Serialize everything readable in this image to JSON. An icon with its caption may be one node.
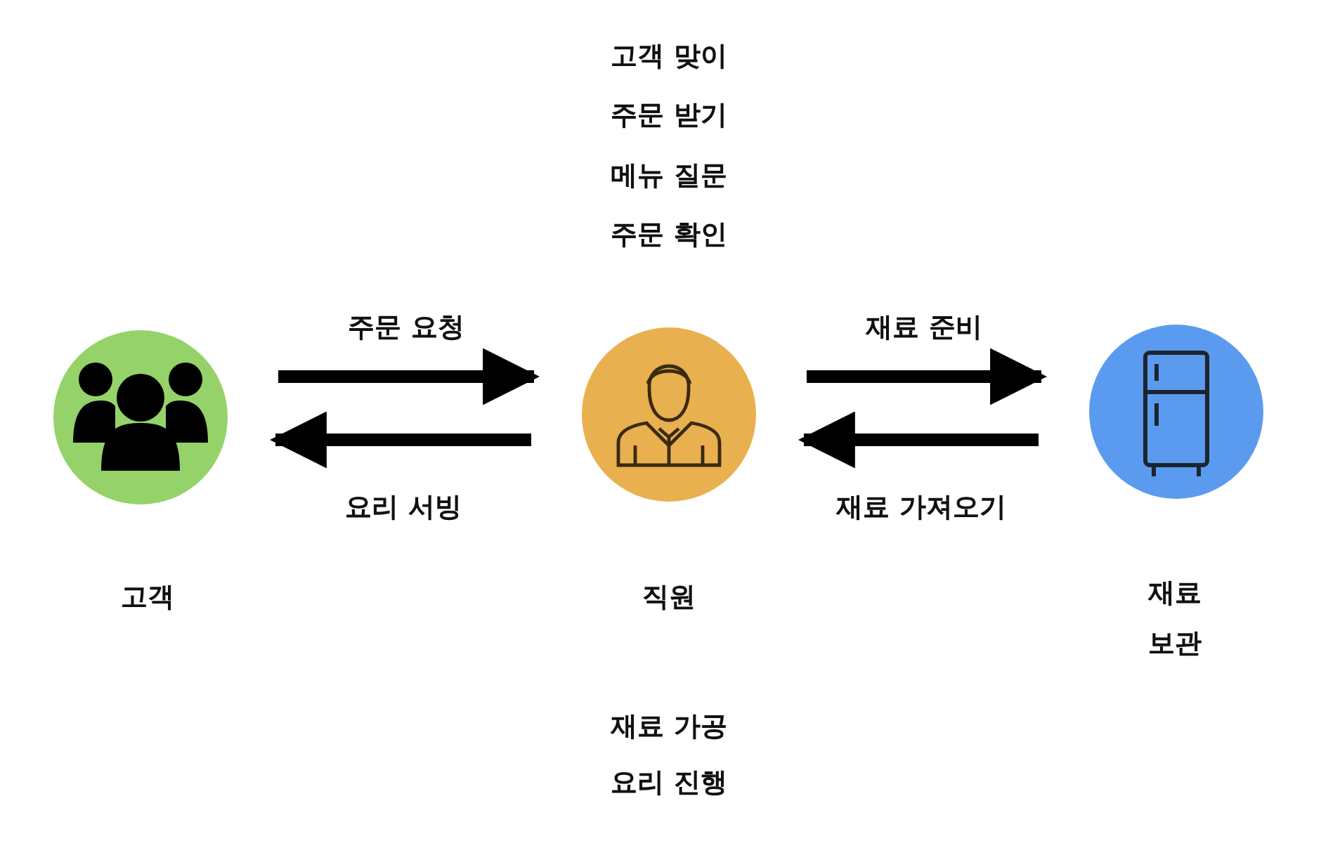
{
  "diagram": {
    "nodes": [
      {
        "text": [
          "고객"
        ]
      },
      {
        "text": [
          "직원"
        ],
        "beside": [
          "고객 맞이",
          "주문 받기",
          "메뉴 질문",
          "주문 확인",
          "재료 가공",
          "요리 진행"
        ]
      },
      {
        "text": [
          "재료 보관"
        ]
      }
    ],
    "edges": [
      {
        "from": 0,
        "to": 1,
        "arrow": "to",
        "label": "주문 요청"
      },
      {
        "from": 1,
        "to": 0,
        "arrow": "to",
        "label": "요리 서빙"
      },
      {
        "from": 1,
        "to": 2,
        "arrow": "to",
        "label": "재료 준비"
      },
      {
        "from": 2,
        "to": 1,
        "arrow": "to",
        "label": "재료 가져오기"
      }
    ]
  }
}
